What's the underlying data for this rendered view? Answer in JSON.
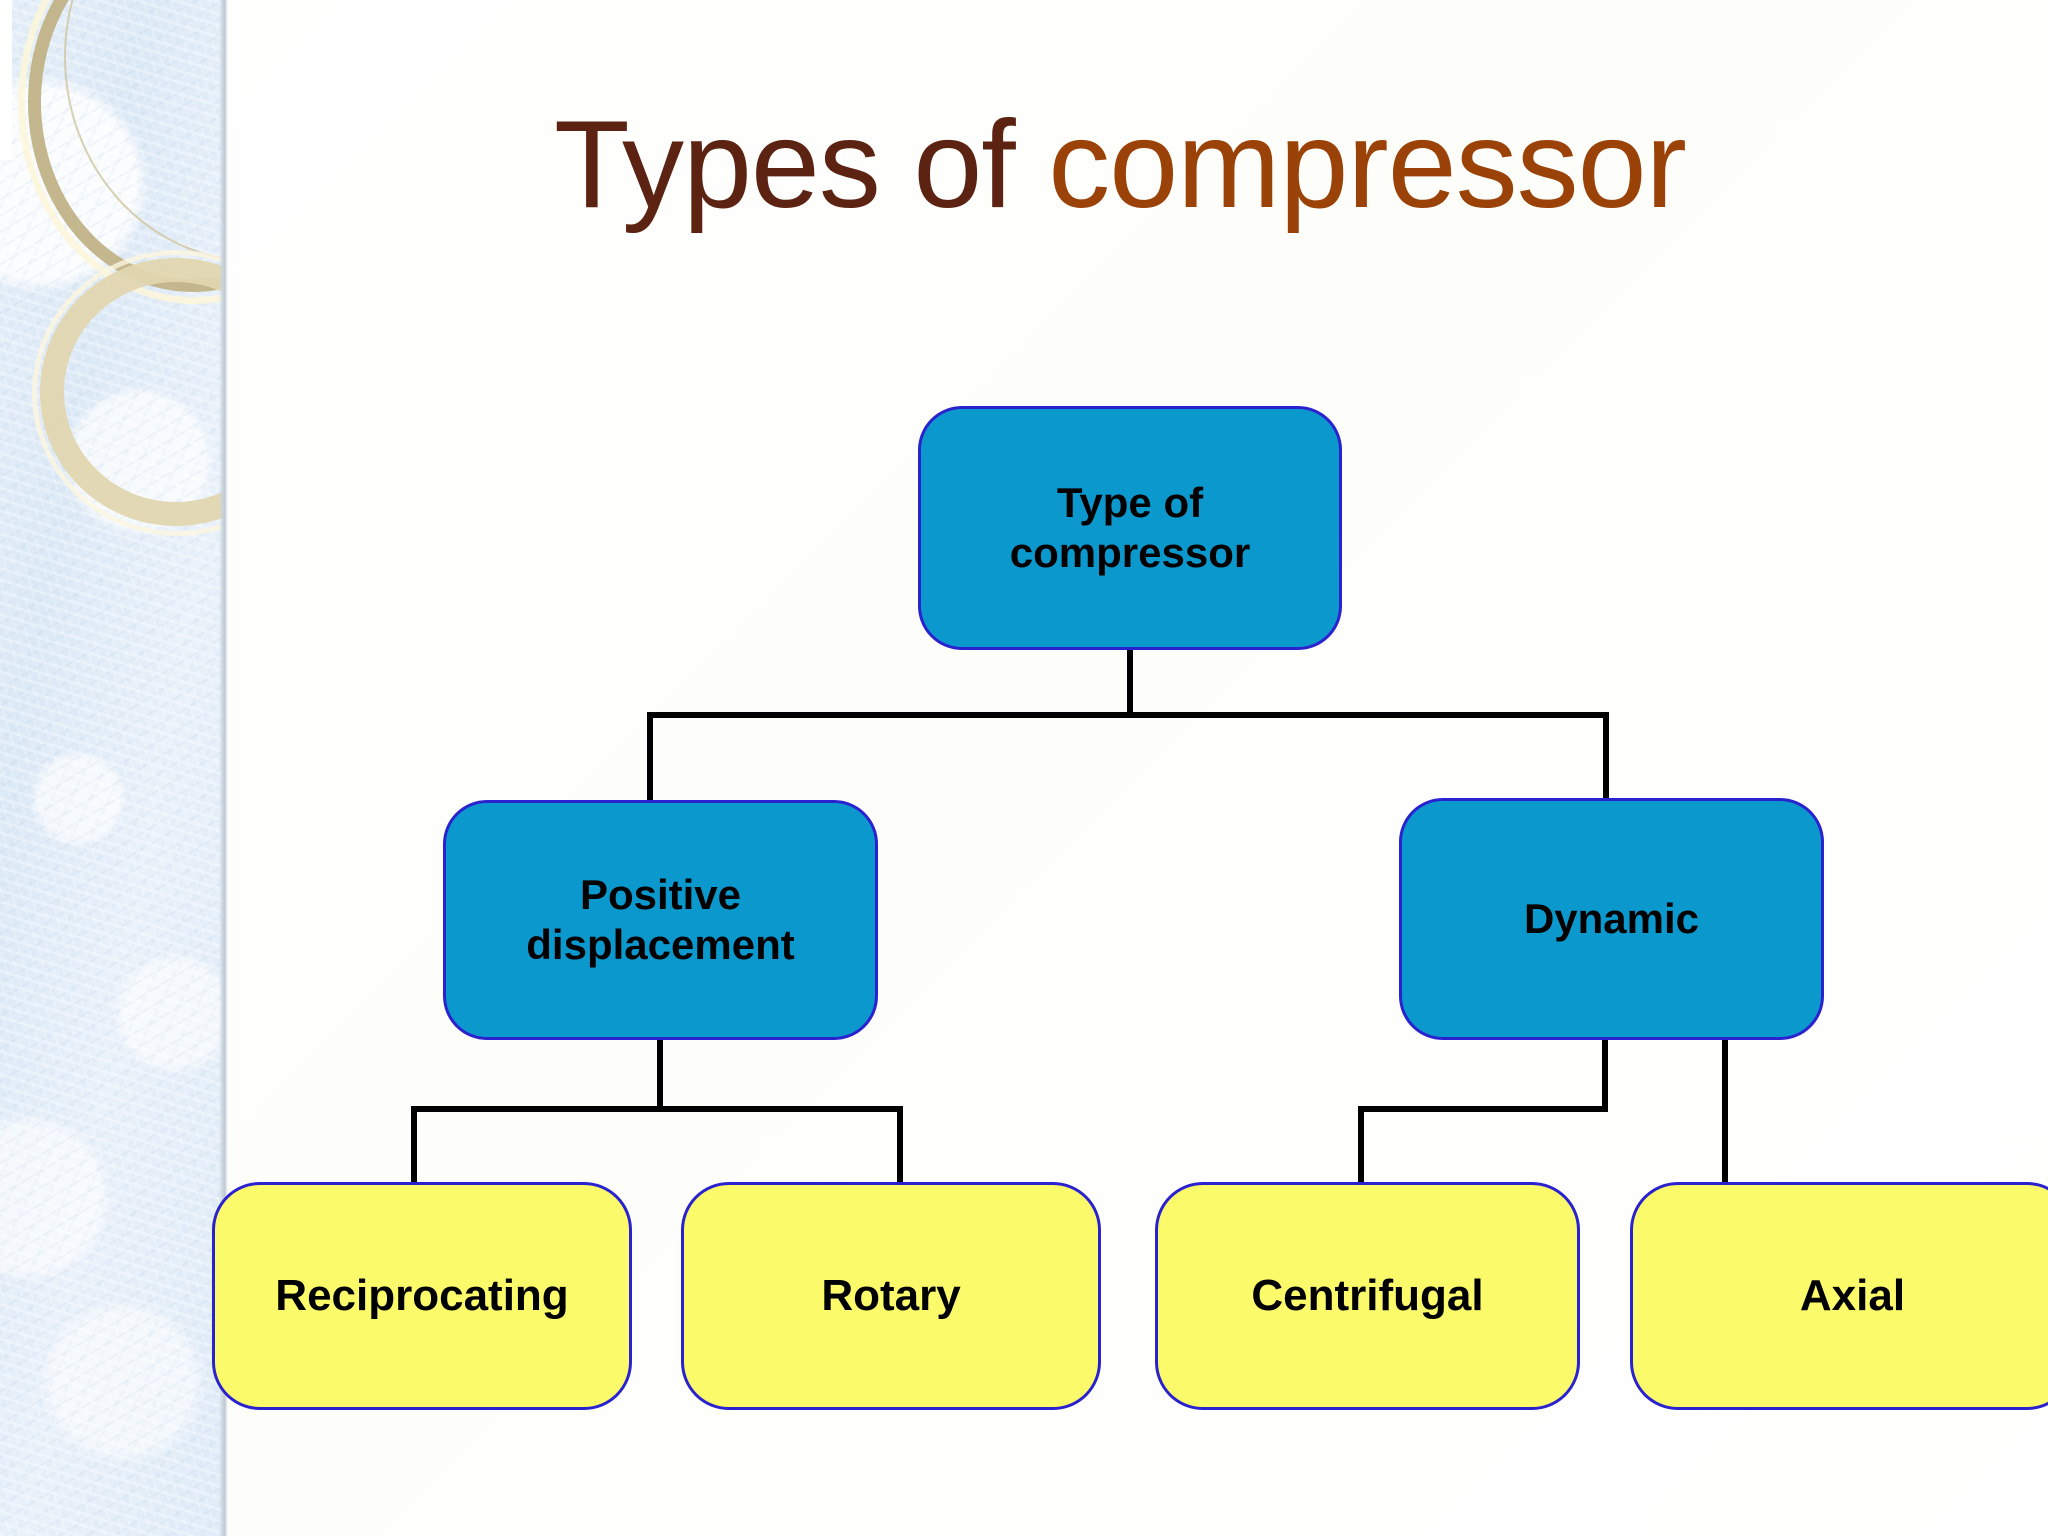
{
  "slide": {
    "title_part1": "Types of ",
    "title_part2": "compressor",
    "title_full": "Types of compressor",
    "colors": {
      "title_dark": "#5C2312",
      "title_orange": "#9A4208",
      "node_blue_fill": "#0B98CD",
      "node_yellow_fill": "#FBFA6B",
      "node_border": "#2B22CF",
      "connector": "#000000",
      "band_blue": "#DCE9F6",
      "ring_gold": "#C0B183",
      "background": "#FFFFFF"
    }
  },
  "chart_data": {
    "type": "diagram",
    "subtype": "hierarchy-tree",
    "title": "Types of compressor",
    "levels": 3,
    "nodes": [
      {
        "id": "root",
        "label": "Type of compressor",
        "level": 0,
        "style": "blue"
      },
      {
        "id": "positive",
        "label": "Positive displacement",
        "level": 1,
        "style": "blue"
      },
      {
        "id": "dynamic",
        "label": "Dynamic",
        "level": 1,
        "style": "blue"
      },
      {
        "id": "reciprocating",
        "label": "Reciprocating",
        "level": 2,
        "style": "yellow"
      },
      {
        "id": "rotary",
        "label": "Rotary",
        "level": 2,
        "style": "yellow"
      },
      {
        "id": "centrifugal",
        "label": "Centrifugal",
        "level": 2,
        "style": "yellow"
      },
      {
        "id": "axial",
        "label": "Axial",
        "level": 2,
        "style": "yellow"
      }
    ],
    "edges": [
      {
        "from": "root",
        "to": "positive"
      },
      {
        "from": "root",
        "to": "dynamic"
      },
      {
        "from": "positive",
        "to": "reciprocating"
      },
      {
        "from": "positive",
        "to": "rotary"
      },
      {
        "from": "dynamic",
        "to": "centrifugal"
      },
      {
        "from": "dynamic",
        "to": "axial"
      }
    ]
  },
  "nodes": {
    "root": {
      "label_line1": "Type of",
      "label_line2": "compressor"
    },
    "positive": {
      "label_line1": "Positive",
      "label_line2": "displacement"
    },
    "dynamic": {
      "label": "Dynamic"
    },
    "reciprocating": {
      "label": "Reciprocating"
    },
    "rotary": {
      "label": "Rotary"
    },
    "centrifugal": {
      "label": "Centrifugal"
    },
    "axial": {
      "label": "Axial"
    }
  }
}
